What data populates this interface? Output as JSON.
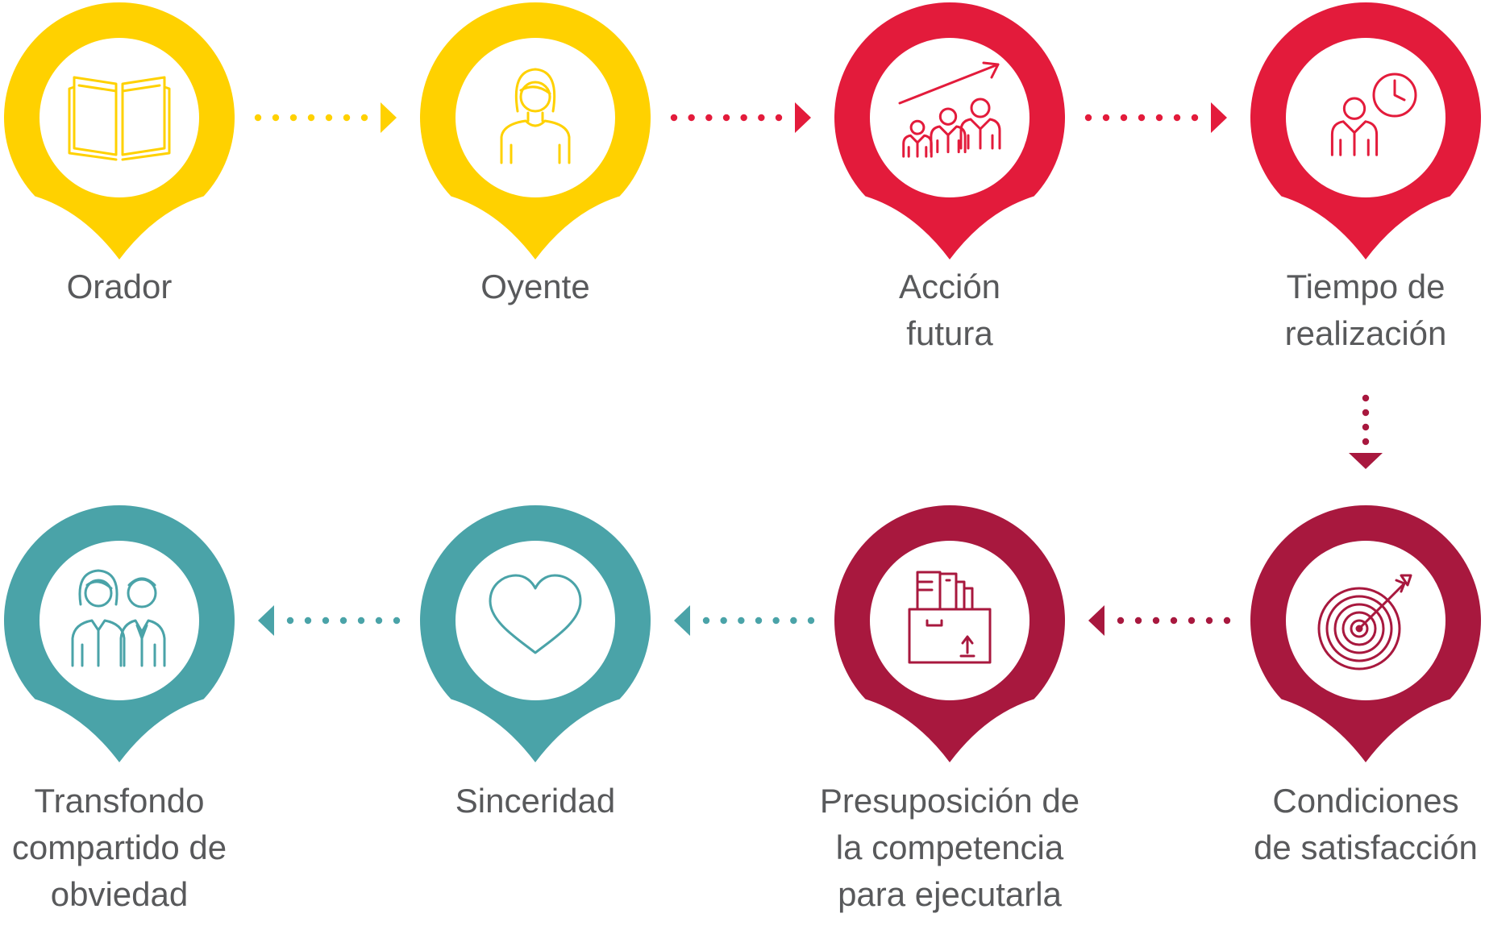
{
  "colors": {
    "yellow": "#ffd100",
    "red": "#e31b3b",
    "crimson": "#a8183e",
    "teal": "#4aa3a8",
    "text": "#58595b",
    "white": "#ffffff"
  },
  "steps": [
    {
      "label_lines": [
        "Orador"
      ],
      "icon": "open-book-icon",
      "color": "yellow"
    },
    {
      "label_lines": [
        "Oyente"
      ],
      "icon": "woman-icon",
      "color": "yellow"
    },
    {
      "label_lines": [
        "Acción",
        "futura"
      ],
      "icon": "growth-people-icon",
      "color": "red"
    },
    {
      "label_lines": [
        "Tiempo de",
        "realización"
      ],
      "icon": "person-clock-icon",
      "color": "red"
    },
    {
      "label_lines": [
        "Condiciones",
        "de satisfacción"
      ],
      "icon": "target-icon",
      "color": "crimson"
    },
    {
      "label_lines": [
        "Presuposición de",
        "la competencia",
        "para ejecutarla"
      ],
      "icon": "toolbox-icon",
      "color": "crimson"
    },
    {
      "label_lines": [
        "Sinceridad"
      ],
      "icon": "heart-icon",
      "color": "teal"
    },
    {
      "label_lines": [
        "Transfondo",
        "compartido de",
        "obviedad"
      ],
      "icon": "couple-icon",
      "color": "teal"
    }
  ],
  "connectors": [
    {
      "from": 1,
      "to": 2,
      "direction": "right",
      "color": "yellow"
    },
    {
      "from": 2,
      "to": 3,
      "direction": "right",
      "color": "red"
    },
    {
      "from": 3,
      "to": 4,
      "direction": "right",
      "color": "red"
    },
    {
      "from": 4,
      "to": 5,
      "direction": "down",
      "color": "crimson"
    },
    {
      "from": 5,
      "to": 6,
      "direction": "left",
      "color": "crimson"
    },
    {
      "from": 6,
      "to": 7,
      "direction": "left",
      "color": "teal"
    },
    {
      "from": 7,
      "to": 8,
      "direction": "left",
      "color": "teal"
    }
  ]
}
